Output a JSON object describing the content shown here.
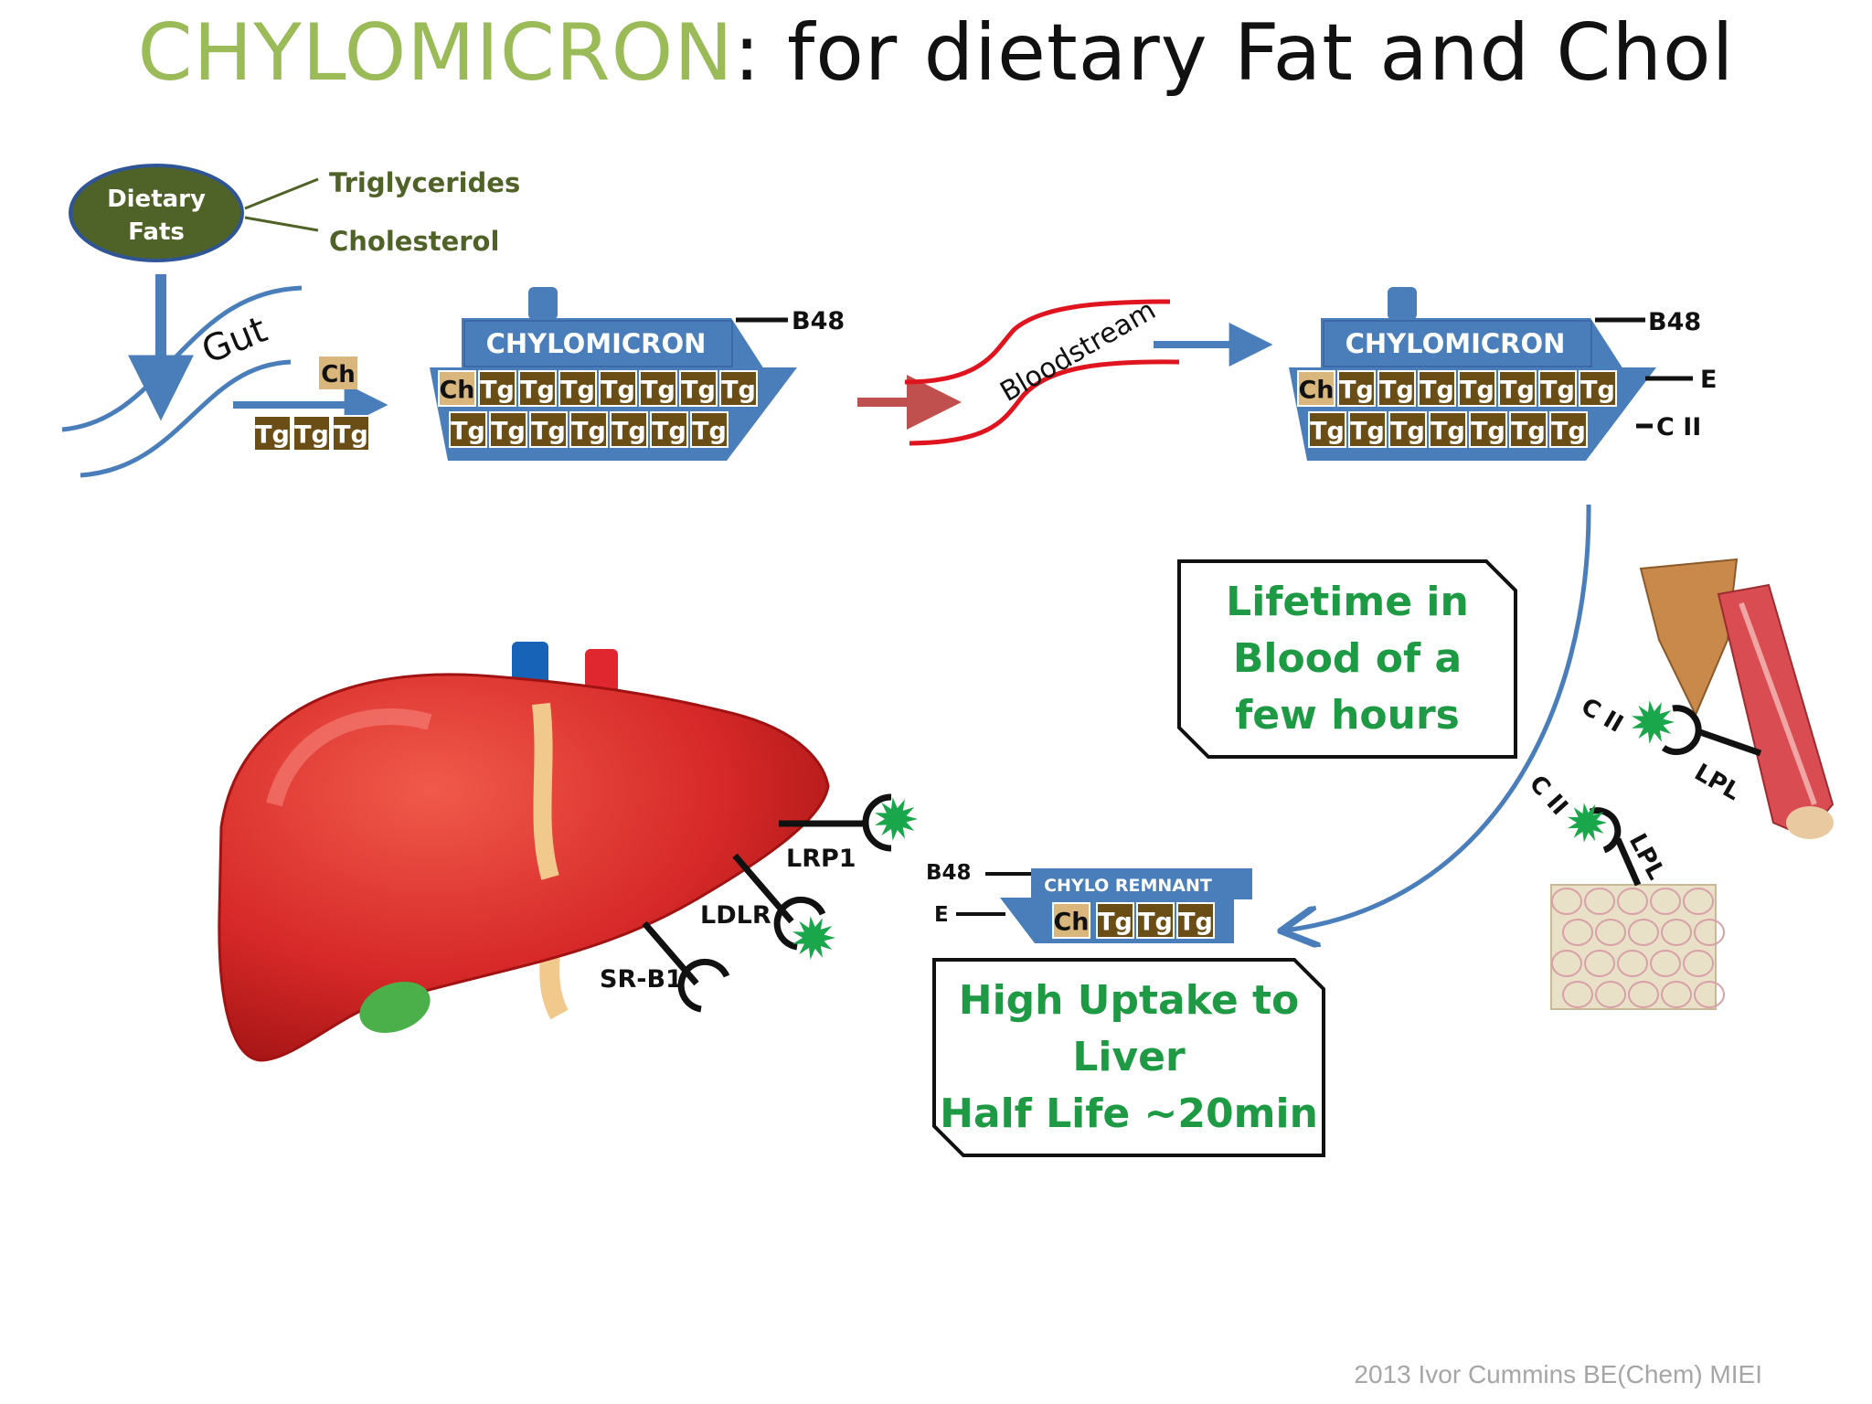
{
  "title": {
    "accent": "CHYLOMICRON",
    "rest": ": for dietary Fat and Chol"
  },
  "dietary": {
    "node": [
      "Dietary",
      "Fats"
    ],
    "triglycerides": "Triglycerides",
    "cholesterol": "Cholesterol"
  },
  "gut": {
    "label": "Gut",
    "ch": "Ch",
    "tg": "Tg"
  },
  "ship1": {
    "name": "CHYLOMICRON",
    "apo_b48": "B48",
    "ch": "Ch",
    "tg": "Tg"
  },
  "bloodstream": "Bloodstream",
  "ship2": {
    "name": "CHYLOMICRON",
    "apo_b48": "B48",
    "apo_e": "E",
    "apo_cii": "C II",
    "ch": "Ch",
    "tg": "Tg"
  },
  "lifetime_box": [
    "Lifetime in",
    "Blood of a",
    "few hours"
  ],
  "muscle": {
    "cii": "C II",
    "lpl": "LPL"
  },
  "adipose": {
    "cii": "C II",
    "lpl": "LPL"
  },
  "remnant": {
    "name": "CHYLO REMNANT",
    "apo_b48": "B48",
    "apo_e": "E",
    "ch": "Ch",
    "tg": "Tg"
  },
  "liver_receptors": {
    "lrp1": "LRP1",
    "ldlr": "LDLR",
    "srb1": "SR-B1"
  },
  "uptake_box": [
    "High Uptake to",
    "Liver",
    "Half Life ~20min"
  ],
  "footer": "2013 Ivor Cummins BE(Chem) MIEI",
  "colors": {
    "accent": "#9bbb59",
    "ship": "#4a7ebb",
    "tg_fill": "#6b4e16",
    "ch_fill": "#d9b77c",
    "box_text": "#1e9a44",
    "liver": "#d62828",
    "blood": "#e0141e",
    "olive": "#4f6228",
    "starburst": "#1aa64a"
  }
}
